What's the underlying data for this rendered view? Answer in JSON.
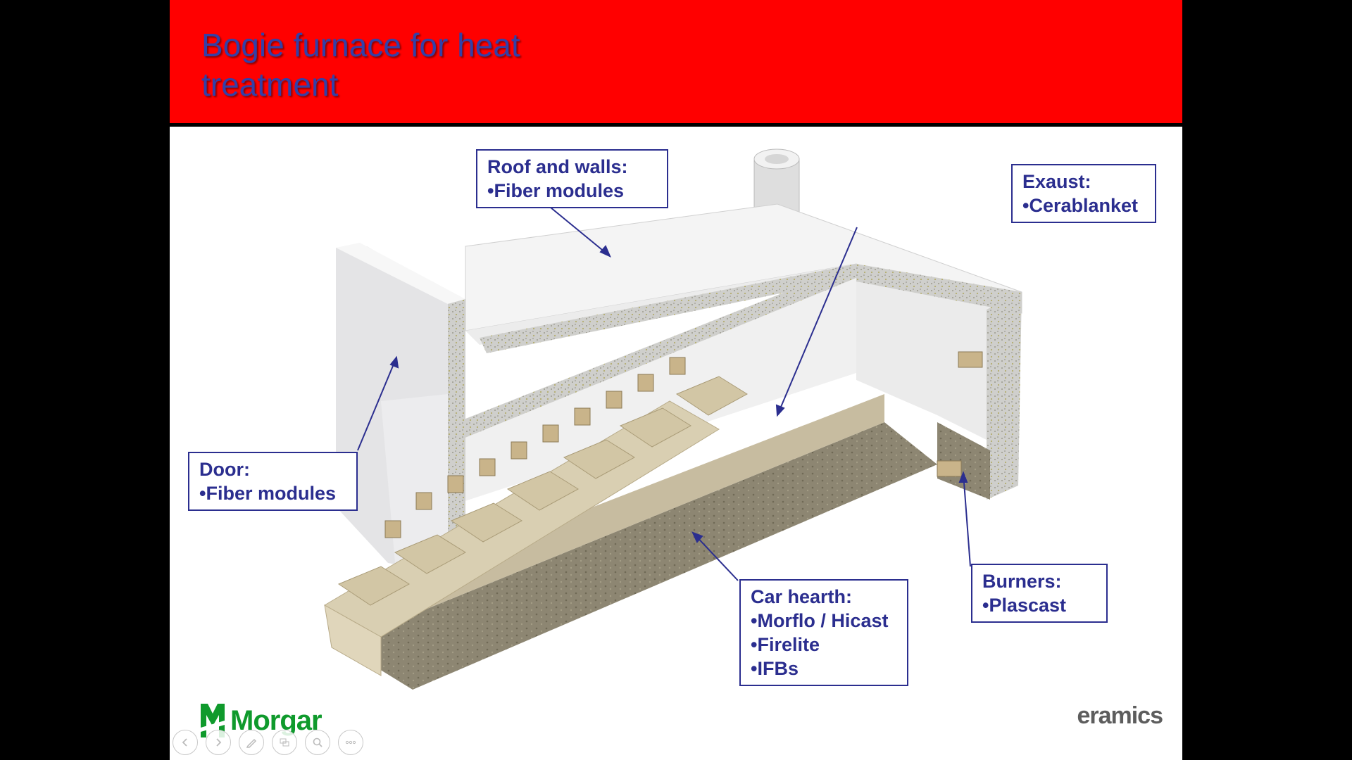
{
  "slide": {
    "title": "Bogie furnace for heat\ntreatment",
    "title_color": "#3340a8",
    "header_color": "#ff0000",
    "callout_color": "#2b2e8f"
  },
  "callouts": {
    "roof": {
      "heading": "Roof and walls:",
      "items": [
        "•Fiber modules"
      ]
    },
    "exhaust": {
      "heading": "Exaust:",
      "items": [
        "•Cerablanket"
      ]
    },
    "door": {
      "heading": "Door:",
      "items": [
        "•Fiber modules"
      ]
    },
    "hearth": {
      "heading": "Car hearth:",
      "items": [
        "•Morflo / Hicast",
        "•Firelite",
        "•IFBs"
      ]
    },
    "burners": {
      "heading": "Burners:",
      "items": [
        "•Plascast"
      ]
    }
  },
  "footer": {
    "logo_left_text": "Morgar",
    "logo_right_text": "eramics",
    "logo_left_color": "#0f9a2c"
  },
  "toolbar": {
    "buttons": [
      "previous-icon",
      "next-icon",
      "pen-icon",
      "slides-icon",
      "zoom-icon",
      "more-icon"
    ]
  }
}
